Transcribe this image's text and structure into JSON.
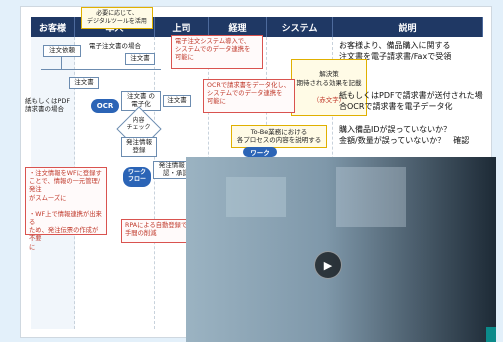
{
  "slide": {
    "headers": [
      "お客様",
      "本人",
      "上司",
      "経理",
      "システム",
      "説明"
    ],
    "top_note": "必要に応じて、\nデジタルツールを活用",
    "rows": [
      {
        "customer": "注文依頼",
        "desc": "お客様より、備品購入に関する\n注文書を電子請求書/Faxで受領"
      },
      {
        "customer": "紙もしくはPDF\n請求書の場合",
        "desc": "紙もしくはPDFで請求書が送付された場\n合OCRで請求書を電子データ化"
      },
      {
        "desc": "購入備品IDが誤っていないか？\n金額/数量が誤っていないか？　確認"
      }
    ],
    "boxes": {
      "ec_case": "電子注文書の場合",
      "order_doc": "注文書",
      "order_doc2": "注文書",
      "order_doc3": "注文書",
      "order_doc_digitize": "注文書\nの電子化",
      "content_check": "内容\nチェック",
      "order_register": "発注情報\n登録",
      "order_confirm": "発注情報\n確認・承認",
      "workflow": "ワーク\nフロー",
      "workflow2": "ワーク"
    },
    "ocr_label": "OCR",
    "red_notes": {
      "ec_system": "電子注文システム導入で、\nシステムでのデータ連携を\n可能に",
      "ocr_system": "OCRで請求書をデータ化し、\nシステムでのデータ連携を\n可能に",
      "wf_note": "・注文情報をWFに登録す\nことで、情報の一元管理/発注\nがスムーズに\n\n・WF上で情報連携が出来る\nため、発注伝票の作成が不要\nに",
      "rpa_note": "RPAによる自動登録で、\n手間の削減"
    },
    "yellow_notes": {
      "solution": "解決策\n期待される効果を記載",
      "solution_red": "（赤文字）",
      "tobe": "To-Be業務における\n各プロセスの内容を説明する"
    },
    "colors": {
      "header": "#1f3864",
      "pill": "#2b64b6",
      "red": "#d9534f",
      "note": "#e0b000"
    }
  },
  "video": {
    "play_icon": "play-icon",
    "scene": "video-frame-placeholder"
  }
}
